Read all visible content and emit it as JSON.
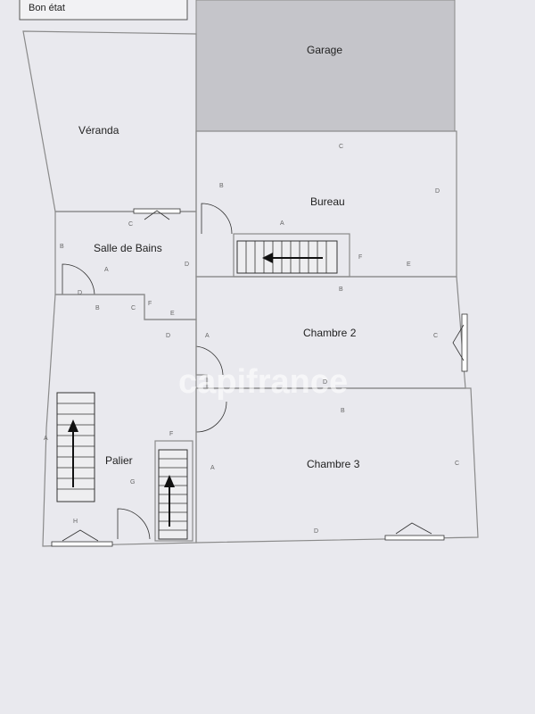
{
  "legend": {
    "text": "Bon état"
  },
  "rooms": {
    "garage": "Garage",
    "veranda": "Véranda",
    "bureau": "Bureau",
    "salle_de_bains": "Salle de Bains",
    "chambre2": "Chambre 2",
    "chambre3": "Chambre 3",
    "palier": "Palier"
  },
  "watermark": "capifrance",
  "wall_letters": {
    "l1": "C",
    "l2": "D",
    "l3": "B",
    "l4": "A",
    "l5": "F",
    "l6": "E",
    "l7": "B",
    "l8": "C",
    "l9": "D",
    "l10": "B",
    "l11": "A",
    "l12": "D",
    "l13": "B",
    "l14": "C",
    "l15": "F",
    "l16": "E",
    "l17": "D",
    "l18": "A",
    "l19": "C",
    "l20": "D",
    "l21": "B",
    "l22": "F",
    "l23": "A",
    "l24": "A",
    "l25": "G",
    "l26": "C",
    "l27": "H",
    "l28": "D"
  },
  "colors": {
    "paper": "#e9e9ee",
    "garage_fill": "#c5c5ca",
    "wall": "#8a8a8a",
    "arrow": "#d04040"
  }
}
